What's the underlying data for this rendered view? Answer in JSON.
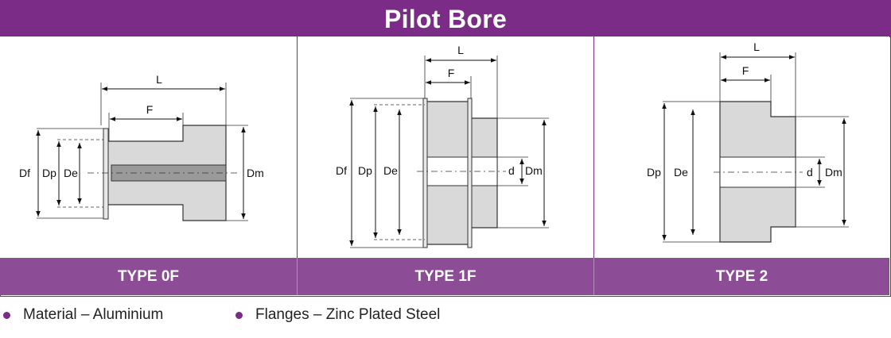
{
  "title": "Pilot Bore",
  "colors": {
    "header_bg": "#7b2c86",
    "footer_bg": "#8c4d96",
    "bullet": "#7b2c86",
    "body_fill": "#d9d9d9"
  },
  "panels": [
    {
      "type_label": "TYPE 0F",
      "dims": {
        "L": "L",
        "F": "F",
        "Df": "Df",
        "Dp": "Dp",
        "De": "De",
        "Dm": "Dm"
      }
    },
    {
      "type_label": "TYPE 1F",
      "dims": {
        "L": "L",
        "F": "F",
        "Df": "Df",
        "Dp": "Dp",
        "De": "De",
        "d": "d",
        "Dm": "Dm"
      }
    },
    {
      "type_label": "TYPE 2",
      "dims": {
        "L": "L",
        "F": "F",
        "Dp": "Dp",
        "De": "De",
        "d": "d",
        "Dm": "Dm"
      }
    }
  ],
  "notes": [
    {
      "text": "Material – Aluminium"
    },
    {
      "text": "Flanges – Zinc Plated Steel"
    }
  ]
}
